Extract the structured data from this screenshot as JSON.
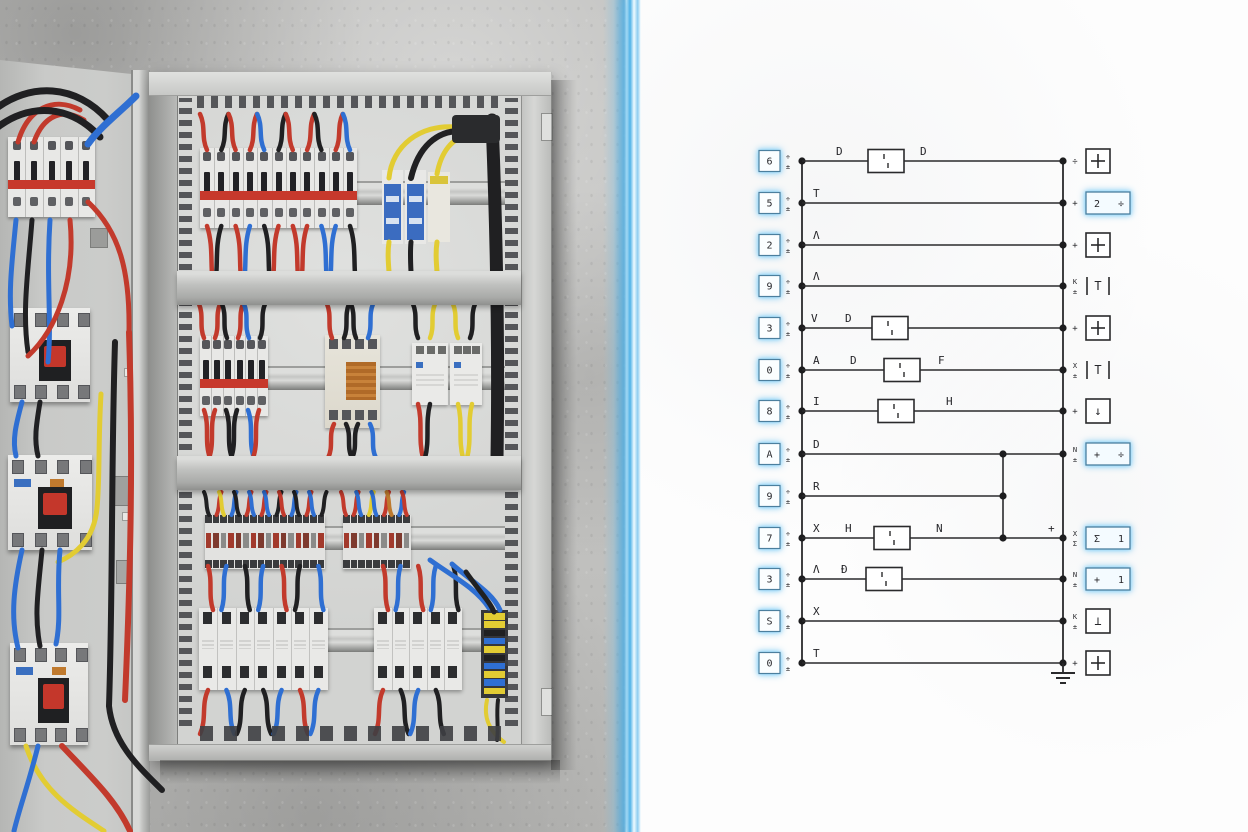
{
  "divider": {
    "glow_color": "#4fb2e8",
    "core_color": "#eefaff"
  },
  "photo": {
    "wire_colors": {
      "red": "#c23a2c",
      "blue": "#2f6fd2",
      "black": "#202022",
      "yellow": "#e2cc33",
      "orange": "#bd7a2e"
    },
    "panel_colors": {
      "frame": "#c6c7c5",
      "back_panel": "#d7d8d6",
      "shelf": "#b3b4b2",
      "rail": "#cdcecc",
      "vent_slot": "#3e3f43",
      "device_body": "#e8e8e6",
      "toggle": "#222226",
      "red_band": "#c7392c",
      "surge_blue": "#3b6cc0",
      "coil_copper": "#b06a28",
      "tag_blue": "#3a6fc0",
      "rocker_red": "#c4372b",
      "strip_base": "#35363a"
    },
    "counts": {
      "door_breakers": 5,
      "door_big_breakers": 3,
      "top_breakers": 11,
      "surge_modules": 3,
      "mid_breakers": 6,
      "contactors": 2,
      "terminals_group1": 16,
      "terminals_group2": 9,
      "bottom_modules_group1": 7,
      "bottom_modules_group2": 5,
      "strip_blocks": 10
    },
    "top_row_wires_above": [
      "red",
      "black",
      "red",
      "red",
      "blue",
      "black",
      "red",
      "red",
      "black",
      "red",
      "blue"
    ],
    "top_row_wires_below": [
      "red",
      "black",
      "red",
      "blue",
      "black",
      "red",
      "red",
      "red",
      "blue",
      "blue",
      "black"
    ],
    "mid_wires_above": [
      "red",
      "red",
      "black",
      "red",
      "blue",
      "black",
      "red",
      "black",
      "black",
      "blue",
      "black",
      "yellow",
      "yellow",
      "black"
    ],
    "mid_wires_below_left": [
      "red",
      "red",
      "black",
      "black",
      "blue",
      "red"
    ],
    "mid_wires_below_coil": [
      "red",
      "black",
      "black",
      "blue"
    ],
    "mid_wires_below_cont": [
      "red",
      "black",
      "yellow",
      "yellow"
    ],
    "terminal_arcs_group1": [
      "black",
      "red",
      "yellow",
      "blue",
      "black",
      "red",
      "blue",
      "red",
      "blue",
      "black",
      "red",
      "blue",
      "black",
      "red",
      "blue",
      "black"
    ],
    "terminal_arcs_group2": [
      "red",
      "red",
      "blue",
      "yellow",
      "blue",
      "red",
      "orange",
      "blue",
      "red"
    ],
    "terminal_to_module_g1": [
      "red",
      "blue",
      "black",
      "blue",
      "red",
      "black",
      "blue"
    ],
    "terminal_to_module_g2": [
      "red",
      "blue",
      "red",
      "blue",
      "black"
    ],
    "below_modules_g1": [
      "red",
      "blue",
      "black",
      "black",
      "blue",
      "red",
      "blue"
    ],
    "below_modules_g2": [
      "red",
      "black",
      "blue",
      "black"
    ],
    "strip_block_colors": [
      "yellow",
      "yellow",
      "black",
      "blue",
      "yellow",
      "black",
      "blue",
      "yellow",
      "blue",
      "yellow"
    ],
    "terminal_clamp_colors": [
      "#a23a2c",
      "#7e3a2e",
      "#8b8b89"
    ]
  },
  "diagram": {
    "stroke": "#2a2a2c",
    "glow_stroke": "#4b7f9e",
    "glow_fill": "#f4fbff",
    "box_fill": "#ffffff",
    "row_glyphs": [
      "÷",
      "±"
    ],
    "rows": [
      {
        "num": "6",
        "labels": [
          [
            "D",
            836
          ],
          [
            "D",
            920
          ]
        ],
        "box": 868,
        "tick": "÷",
        "right": {
          "k": "sq",
          "g": "+"
        }
      },
      {
        "num": "5",
        "labels": [
          [
            "T",
            813
          ]
        ],
        "tick": "+",
        "right": {
          "k": "wide",
          "g": [
            "2",
            "÷"
          ]
        }
      },
      {
        "num": "2",
        "labels": [
          [
            "Λ",
            813
          ]
        ],
        "tick": "+",
        "right": {
          "k": "sq",
          "g": "+"
        }
      },
      {
        "num": "9",
        "labels": [
          [
            "Λ",
            813
          ]
        ],
        "stack": [
          "K",
          "±"
        ],
        "right": {
          "k": "bars",
          "g": "T"
        }
      },
      {
        "num": "3",
        "labels": [
          [
            "V",
            811
          ],
          [
            "D",
            845
          ]
        ],
        "box": 872,
        "tick": "+",
        "right": {
          "k": "sq",
          "g": "+"
        }
      },
      {
        "num": "0",
        "labels": [
          [
            "A",
            813
          ],
          [
            "D",
            850
          ],
          [
            "F",
            938
          ]
        ],
        "box": 884,
        "stack": [
          "X",
          "±"
        ],
        "right": {
          "k": "bars",
          "g": "T"
        }
      },
      {
        "num": "8",
        "labels": [
          [
            "I",
            813
          ],
          [
            "H",
            946
          ]
        ],
        "box": 878,
        "tick": "+",
        "right": {
          "k": "sq",
          "g": "↓"
        }
      },
      {
        "num": "A",
        "labels": [
          [
            "D",
            813
          ]
        ],
        "branch": true,
        "stack": [
          "N",
          "±"
        ],
        "right": {
          "k": "wide",
          "g": [
            "+",
            "÷"
          ]
        }
      },
      {
        "num": "9",
        "labels": [
          [
            "R",
            813
          ]
        ],
        "to_branch": true
      },
      {
        "num": "7",
        "labels": [
          [
            "X",
            813
          ],
          [
            "H",
            845
          ],
          [
            "N",
            936
          ],
          [
            "+",
            1048
          ]
        ],
        "box": 874,
        "branch": true,
        "stack": [
          "X",
          "Σ"
        ],
        "right": {
          "k": "wide",
          "g": [
            "Σ",
            "1"
          ]
        }
      },
      {
        "num": "3",
        "labels": [
          [
            "Λ",
            813
          ],
          [
            "Ð",
            841
          ]
        ],
        "box": 866,
        "stack": [
          "N",
          "±"
        ],
        "right": {
          "k": "wide",
          "g": [
            "+",
            "1"
          ]
        }
      },
      {
        "num": "S",
        "labels": [
          [
            "X",
            813
          ]
        ],
        "stack": [
          "K",
          "±"
        ],
        "right": {
          "k": "sq",
          "g": "⊥"
        }
      },
      {
        "num": "0",
        "labels": [
          [
            "T",
            813
          ]
        ],
        "tick": "+",
        "right": {
          "k": "sq",
          "g": "+"
        },
        "ground": true
      }
    ]
  }
}
